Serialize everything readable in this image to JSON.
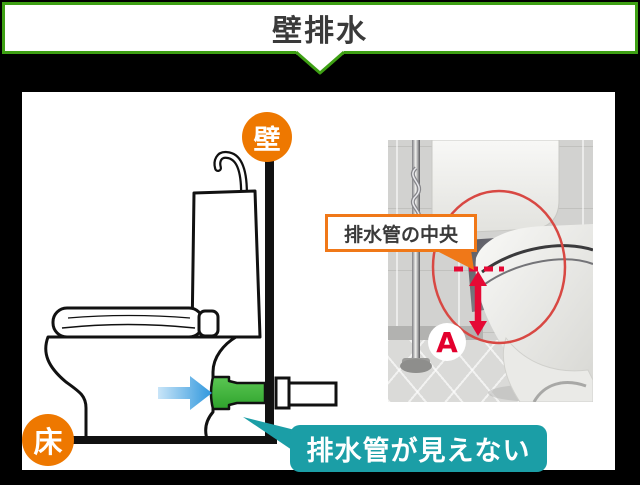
{
  "header": {
    "title": "壁排水"
  },
  "panel": {
    "wall_label": "壁",
    "floor_label": "床",
    "callout_text": "排水管が見えない"
  },
  "photo": {
    "label_text": "排水管の中央",
    "marker_text": "A"
  },
  "colors": {
    "accent_green": "#3ea014",
    "accent_orange": "#ee7800",
    "accent_teal": "#1b9ea6",
    "pipe_green": "#41b63d",
    "annotation_red": "#e50935",
    "arrow_blue": "#3e9fe0",
    "line_black": "#111111"
  }
}
